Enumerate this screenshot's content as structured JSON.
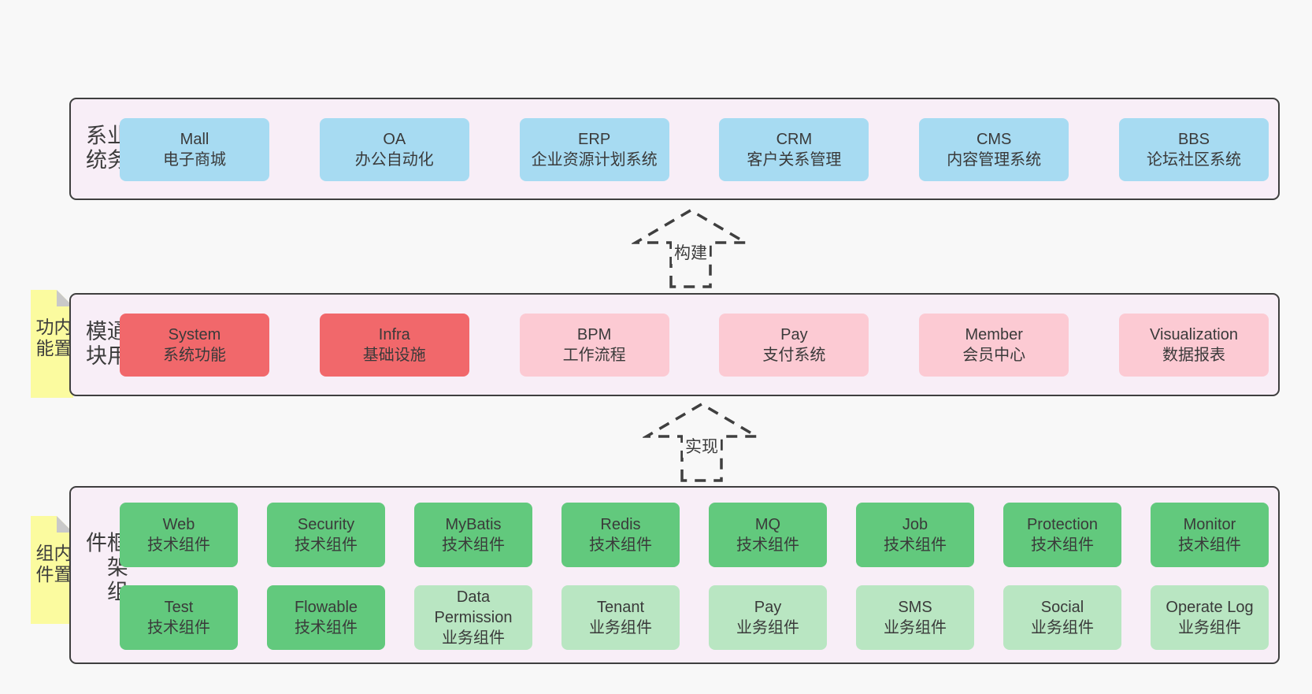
{
  "colors": {
    "page_bg": "#f8f8f8",
    "panel_bg": "#f8eef7",
    "panel_border": "#3f3f3f",
    "blue_box": "#a7dbf2",
    "red_box": "#f1686b",
    "pink_box": "#fccad3",
    "green_box": "#62c97d",
    "light_green_box": "#b9e6c2",
    "sticky_yellow": "#fbfb9f",
    "sticky_fold": "#c9c9c9",
    "text": "#3a3a3a"
  },
  "arrows": {
    "build": "构建",
    "implement": "实现"
  },
  "business": {
    "label": "业务系统",
    "boxes": [
      {
        "title": "Mall",
        "subtitle": "电子商城"
      },
      {
        "title": "OA",
        "subtitle": "办公自动化"
      },
      {
        "title": "ERP",
        "subtitle": "企业资源计划系统"
      },
      {
        "title": "CRM",
        "subtitle": "客户关系管理"
      },
      {
        "title": "CMS",
        "subtitle": "内容管理系统"
      },
      {
        "title": "BBS",
        "subtitle": "论坛社区系统"
      }
    ]
  },
  "modules": {
    "label": "通用模块",
    "sticky": "内置功能",
    "boxes": [
      {
        "title": "System",
        "subtitle": "系统功能"
      },
      {
        "title": "Infra",
        "subtitle": "基础设施"
      },
      {
        "title": "BPM",
        "subtitle": "工作流程"
      },
      {
        "title": "Pay",
        "subtitle": "支付系统"
      },
      {
        "title": "Member",
        "subtitle": "会员中心"
      },
      {
        "title": "Visualization",
        "subtitle": "数据报表"
      }
    ]
  },
  "framework": {
    "label": "框架组件",
    "sticky": "内置组件",
    "row1": [
      {
        "title": "Web",
        "subtitle": "技术组件"
      },
      {
        "title": "Security",
        "subtitle": "技术组件"
      },
      {
        "title": "MyBatis",
        "subtitle": "技术组件"
      },
      {
        "title": "Redis",
        "subtitle": "技术组件"
      },
      {
        "title": "MQ",
        "subtitle": "技术组件"
      },
      {
        "title": "Job",
        "subtitle": "技术组件"
      },
      {
        "title": "Protection",
        "subtitle": "技术组件"
      },
      {
        "title": "Monitor",
        "subtitle": "技术组件"
      }
    ],
    "row2": [
      {
        "title": "Test",
        "subtitle": "技术组件"
      },
      {
        "title": "Flowable",
        "subtitle": "技术组件"
      },
      {
        "title": "Data Permission",
        "subtitle": "业务组件"
      },
      {
        "title": "Tenant",
        "subtitle": "业务组件"
      },
      {
        "title": "Pay",
        "subtitle": "业务组件"
      },
      {
        "title": "SMS",
        "subtitle": "业务组件"
      },
      {
        "title": "Social",
        "subtitle": "业务组件"
      },
      {
        "title": "Operate Log",
        "subtitle": "业务组件"
      }
    ]
  }
}
